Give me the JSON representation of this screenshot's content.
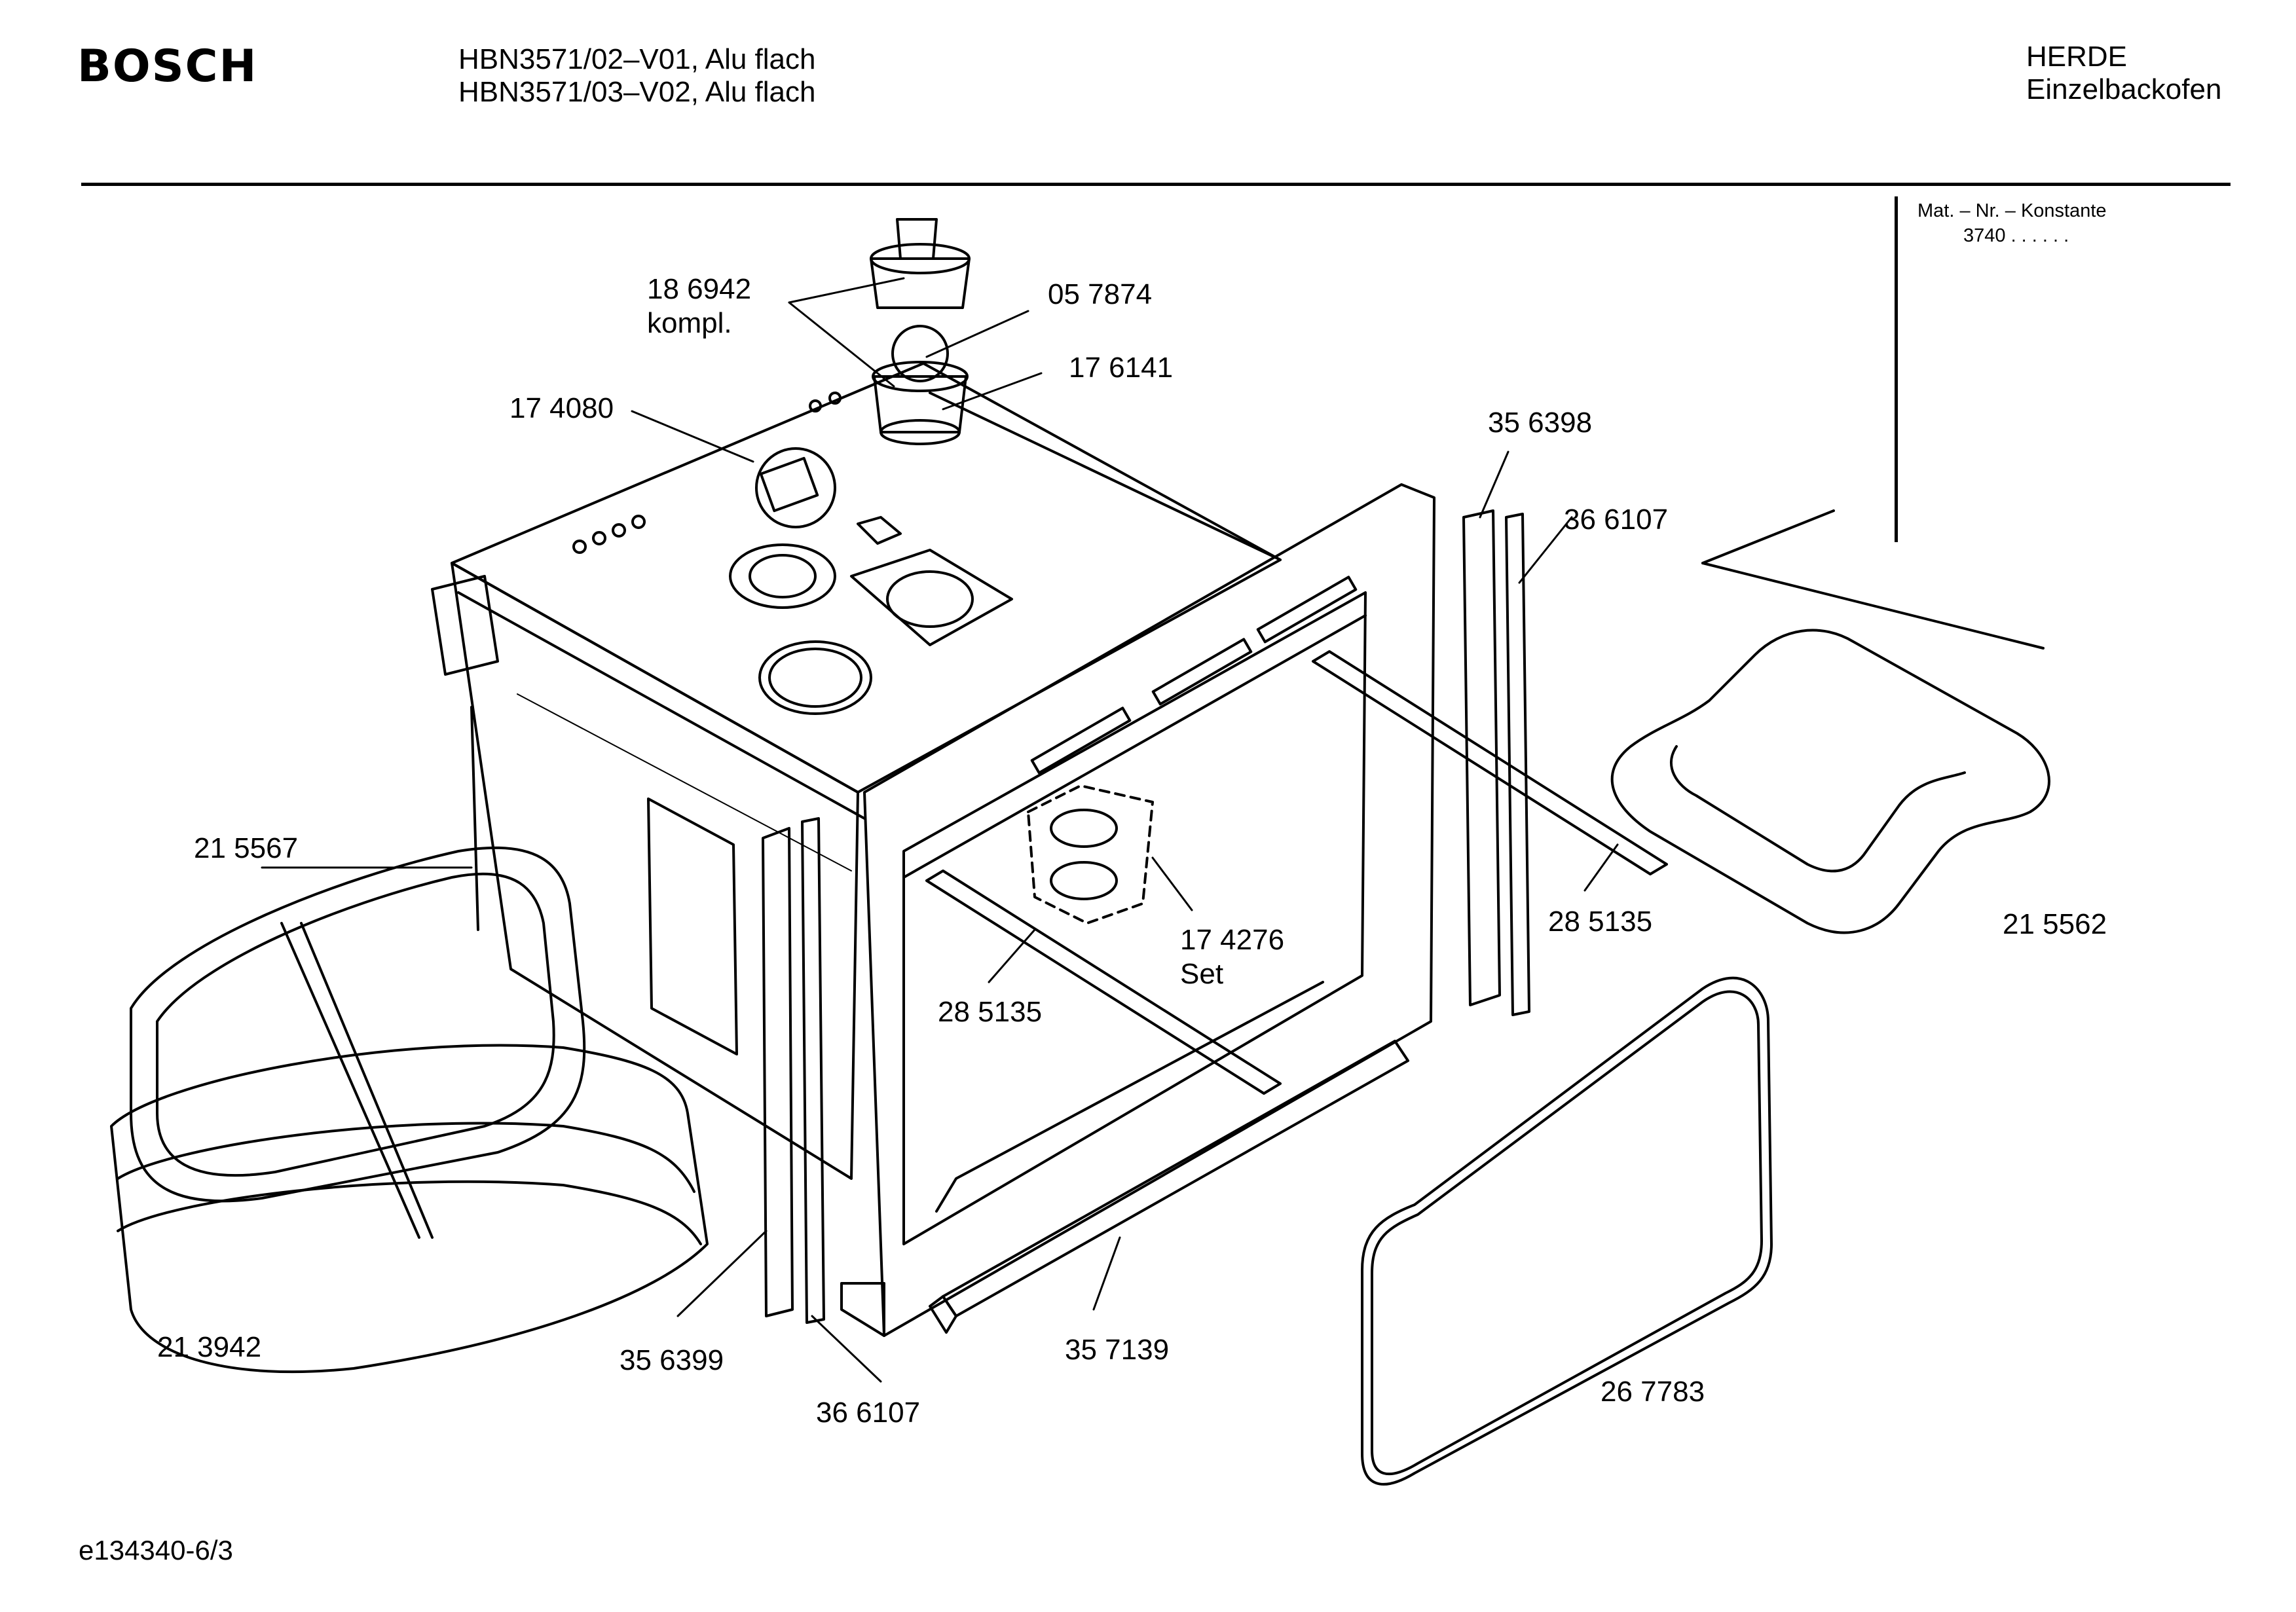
{
  "header": {
    "brand": "BOSCH",
    "model_line_1": "HBN3571/02–V01, Alu flach",
    "model_line_2": "HBN3571/03–V02, Alu flach",
    "category_line_1": "HERDE",
    "category_line_2": "Einzelbackofen"
  },
  "constant_box": {
    "label": "Mat. – Nr. – Konstante",
    "value": "3740 . .   . . . ."
  },
  "parts": {
    "p186942": {
      "number": "18 6942",
      "note": "kompl."
    },
    "p057874": {
      "number": "05 7874"
    },
    "p176141": {
      "number": "17 6141"
    },
    "p174080": {
      "number": "17 4080"
    },
    "p356398": {
      "number": "35 6398"
    },
    "p366107_top": {
      "number": "36 6107"
    },
    "p215567": {
      "number": "21 5567"
    },
    "p174276": {
      "number": "17 4276",
      "note": "Set"
    },
    "p285135_right": {
      "number": "28 5135"
    },
    "p285135_left": {
      "number": "28 5135"
    },
    "p215562": {
      "number": "21 5562"
    },
    "p213942": {
      "number": "21 3942"
    },
    "p356399": {
      "number": "35 6399"
    },
    "p357139": {
      "number": "35 7139"
    },
    "p366107_bottom": {
      "number": "36 6107"
    },
    "p267783": {
      "number": "26 7783"
    }
  },
  "footer": {
    "drawing_id": "e134340-6/3"
  }
}
